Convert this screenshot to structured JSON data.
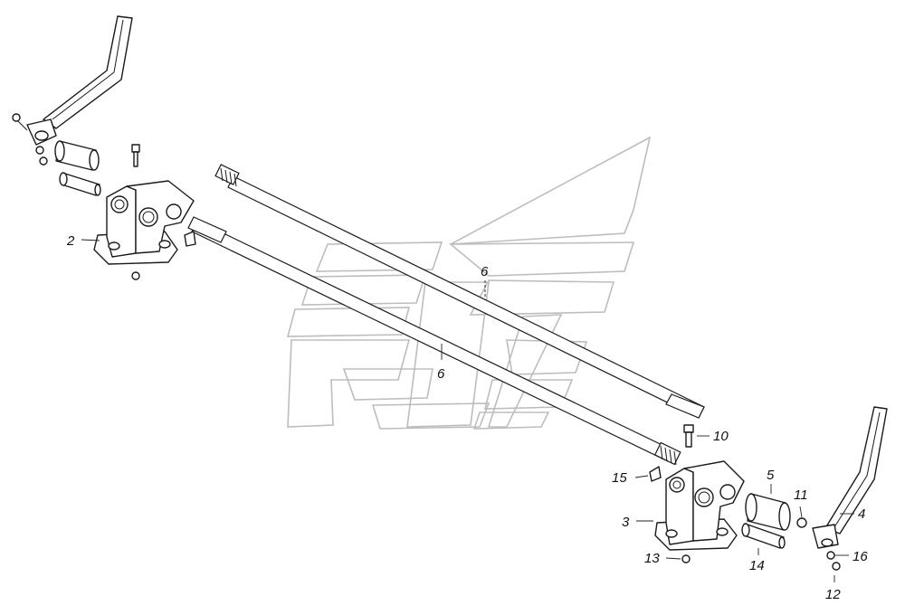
{
  "labels": {
    "l2": "2",
    "l3": "3",
    "l4": "4",
    "l5": "5",
    "l6a": "6",
    "l6b": "6",
    "l10": "10",
    "l11": "11",
    "l12": "12",
    "l13": "13",
    "l14": "14",
    "l15": "15",
    "l16": "16"
  },
  "colors": {
    "line": "#1a1a1a",
    "watermark": "#bdbdbd",
    "background": "#ffffff"
  },
  "icons": {
    "watermark": "kamaz-wing-logo"
  }
}
